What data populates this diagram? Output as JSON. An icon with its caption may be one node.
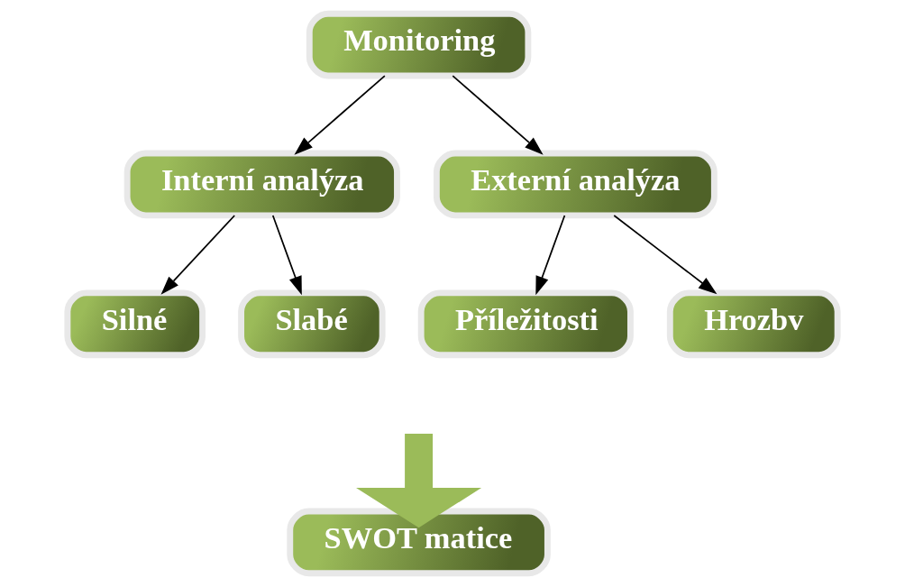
{
  "diagram": {
    "nodes": [
      {
        "text": [
          "Monitoring"
        ]
      },
      {
        "text": [
          "Interní analýza"
        ]
      },
      {
        "text": [
          "Externí analýza"
        ]
      },
      {
        "text": [
          "Silné"
        ]
      },
      {
        "text": [
          "Slabé"
        ]
      },
      {
        "text": [
          "Příležitosti"
        ]
      },
      {
        "text": [
          "Hrozbv"
        ]
      },
      {
        "text": [
          "SWOT matice"
        ]
      }
    ],
    "edges": [
      {
        "from": 0,
        "to": 1,
        "arrow": "to"
      },
      {
        "from": 0,
        "to": 2,
        "arrow": "to"
      },
      {
        "from": 1,
        "to": 3,
        "arrow": "to"
      },
      {
        "from": 1,
        "to": 4,
        "arrow": "to"
      },
      {
        "from": 2,
        "to": 5,
        "arrow": "to"
      },
      {
        "from": 2,
        "to": 6,
        "arrow": "to"
      },
      {
        "from": null,
        "to": 7,
        "arrow": "to",
        "style": "thick",
        "color": "#9bbb59"
      }
    ]
  }
}
